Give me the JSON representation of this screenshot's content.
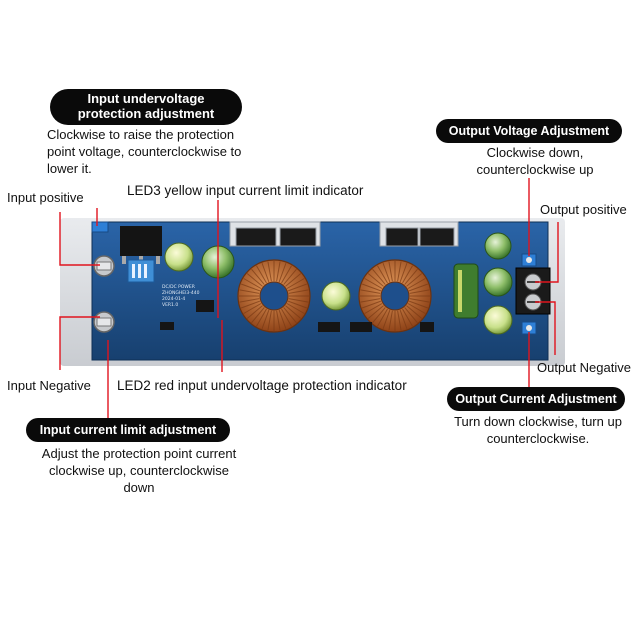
{
  "callouts": {
    "undervoltage_adj": {
      "title_line1": "Input undervoltage",
      "title_line2": "protection adjustment",
      "desc_line1": "Clockwise to raise the protection",
      "desc_line2": "point voltage, counterclockwise to",
      "desc_line3": "lower it."
    },
    "output_voltage_adj": {
      "title": "Output Voltage Adjustment",
      "desc_line1": "Clockwise down,",
      "desc_line2": "counterclockwise up"
    },
    "input_current_adj": {
      "title": "Input current limit adjustment",
      "desc_line1": "Adjust the protection point current",
      "desc_line2": "clockwise up, counterclockwise",
      "desc_line3": "down"
    },
    "output_current_adj": {
      "title": "Output Current Adjustment",
      "desc_line1": "Turn down clockwise, turn up",
      "desc_line2": "counterclockwise."
    }
  },
  "labels": {
    "input_positive": "Input positive",
    "input_negative": "Input Negative",
    "output_positive": "Output positive",
    "output_negative": "Output Negative",
    "led3": "LED3 yellow input current limit indicator",
    "led2": "LED2 red input undervoltage protection indicator"
  },
  "board_silkscreen": {
    "line1": "DC/DC POWER",
    "line2": "ZHONGHEI3-440",
    "line3": "2024-01-4",
    "line4": "VER1.0"
  },
  "colors": {
    "callout_bg": "#0a0a0a",
    "pointer_line": "#e0141e",
    "pcb": "#1e4f8c",
    "copper_coil": "#b8612c"
  },
  "icons": {
    "pot": "blue-trimmer-potentiometer",
    "terminal": "screw-terminal"
  }
}
